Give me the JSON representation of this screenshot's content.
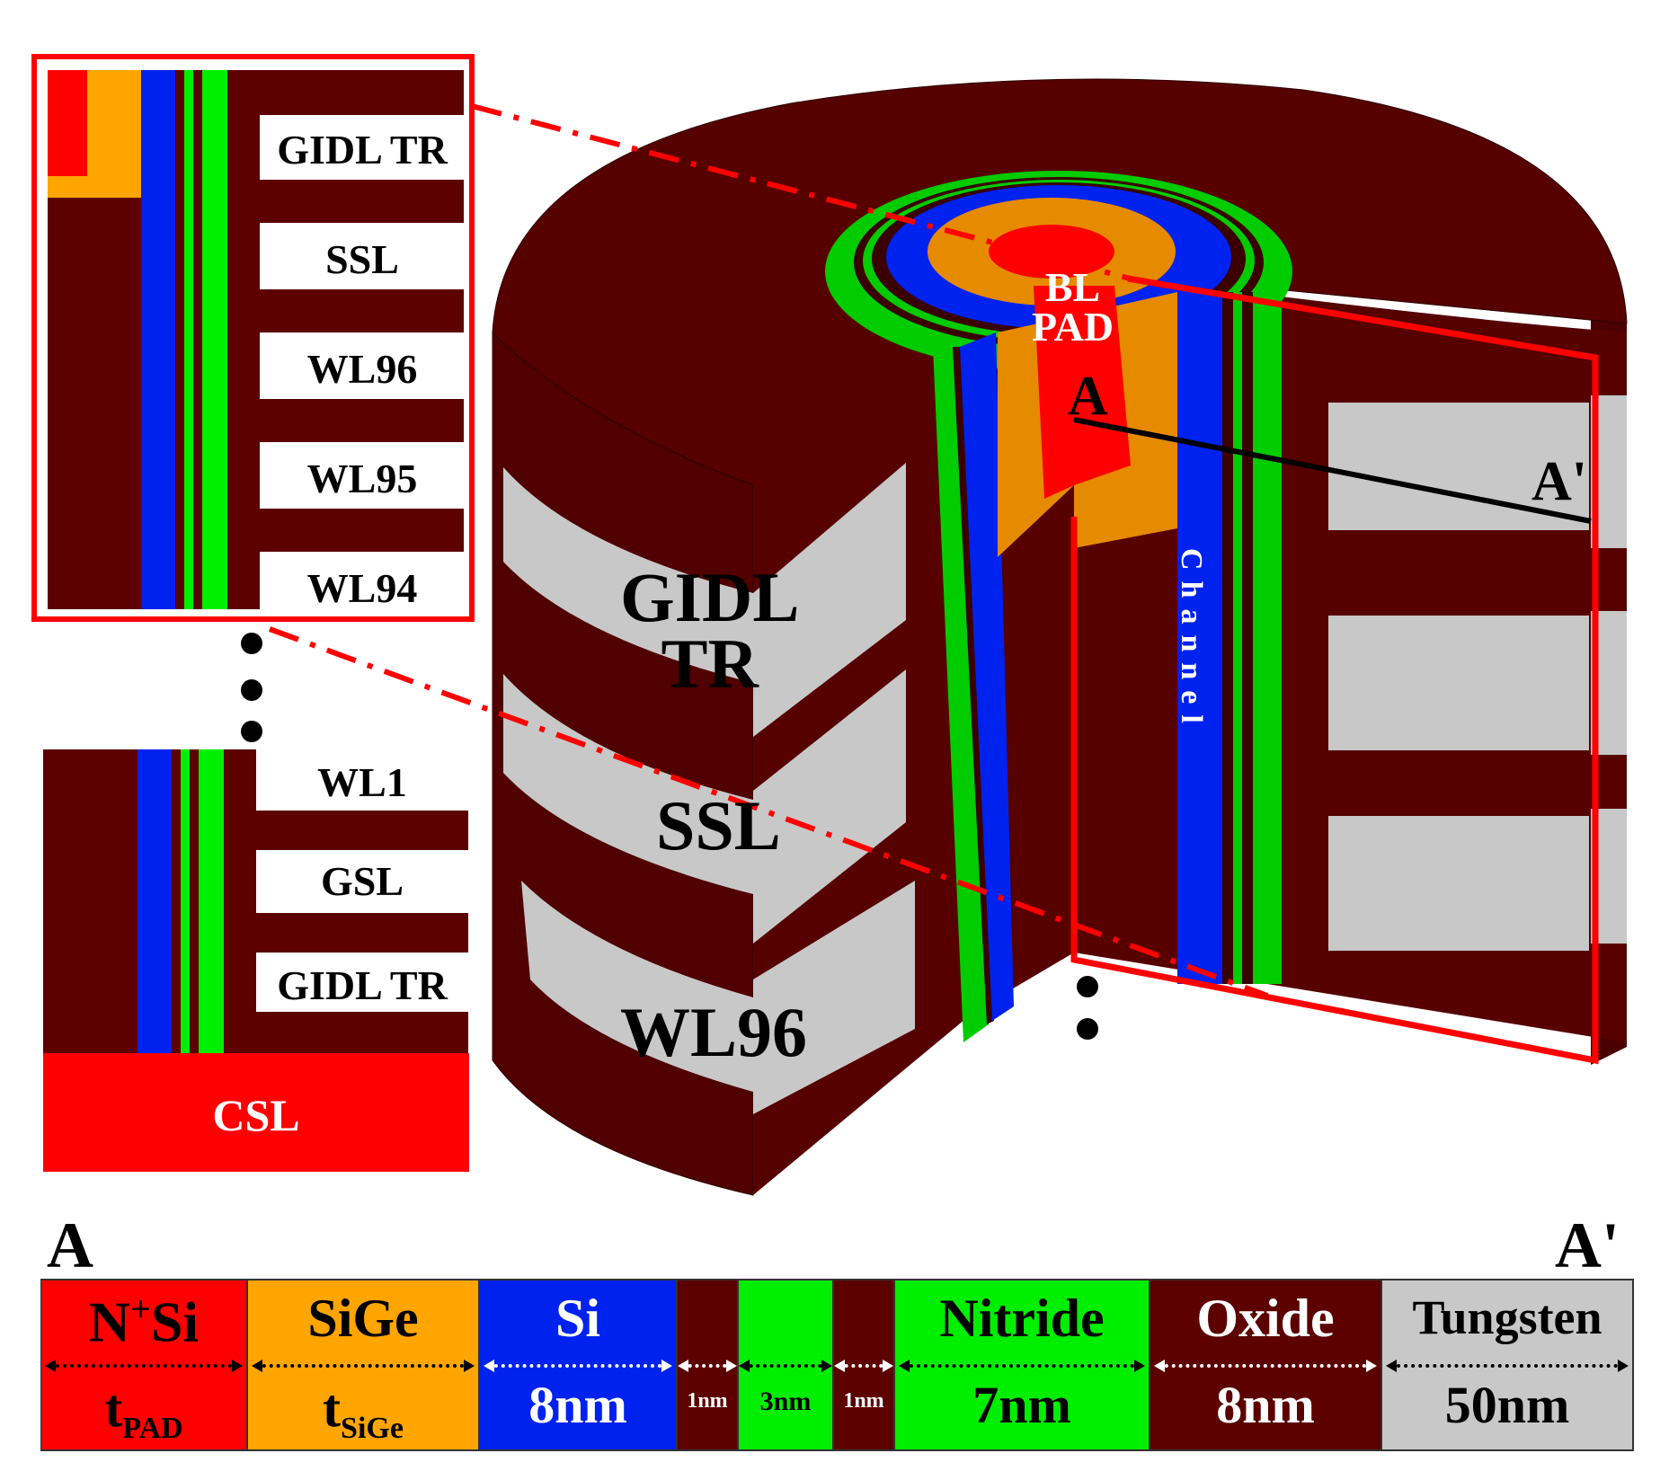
{
  "inset_top": {
    "labels": [
      "GIDL TR",
      "SSL",
      "WL96",
      "WL95",
      "WL94"
    ]
  },
  "inset_bottom": {
    "labels": [
      "WL1",
      "GSL",
      "GIDL TR"
    ],
    "csl_label": "CSL"
  },
  "cylinder": {
    "bands": [
      "GIDL\nTR",
      "SSL",
      "WL96"
    ],
    "bl_pad": "BL\nPAD",
    "channel": "Channel",
    "section_a": "A",
    "section_a_prime": "A'"
  },
  "legend": {
    "left_marker": "A",
    "right_marker": "A'",
    "cells": [
      {
        "top": "N",
        "top_sup": "+",
        "top_rest": "Si",
        "bottom": "t",
        "bottom_sub": "PAD",
        "color": "#ff0000",
        "text_color": "#000000"
      },
      {
        "top": "SiGe",
        "bottom": "t",
        "bottom_sub": "SiGe",
        "color": "#ffa500",
        "text_color": "#000000"
      },
      {
        "top": "Si",
        "bottom": "8nm",
        "color": "#0022ee",
        "text_color": "#ffffff"
      },
      {
        "top": "",
        "bottom": "1nm",
        "color": "#5c0000",
        "text_color": "#ffffff"
      },
      {
        "top": "",
        "bottom": "3nm",
        "color": "#00ee00",
        "text_color": "#000000"
      },
      {
        "top": "",
        "bottom": "1nm",
        "color": "#5c0000",
        "text_color": "#ffffff"
      },
      {
        "top": "Nitride",
        "bottom": "7nm",
        "color": "#00ee00",
        "text_color": "#000000"
      },
      {
        "top": "Oxide",
        "bottom": "8nm",
        "color": "#5c0000",
        "text_color": "#ffffff"
      },
      {
        "top": "Tungsten",
        "bottom": "50nm",
        "color": "#c8c8c8",
        "text_color": "#000000"
      }
    ]
  },
  "colors": {
    "oxide": "#5c0000",
    "oxide_dark": "#4a0000",
    "tungsten": "#c8c8c8",
    "nitride": "#00dd00",
    "silicon": "#0022ee",
    "sige": "#e68a00",
    "npad": "#ff0000",
    "highlight": "#ff0000"
  }
}
